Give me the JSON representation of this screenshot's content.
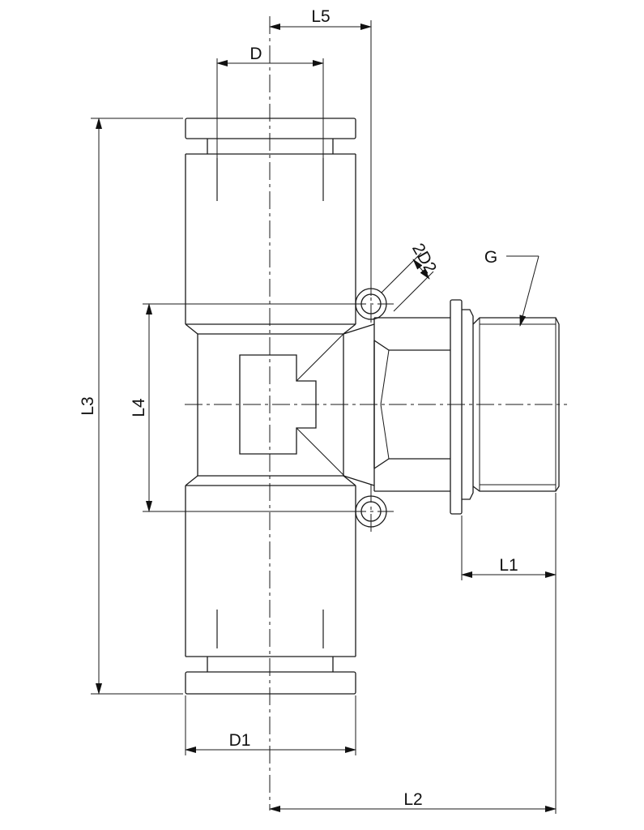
{
  "labels": {
    "l5": "L5",
    "d": "D",
    "l3": "L3",
    "l4": "L4",
    "d2": "2D2",
    "g": "G",
    "l1": "L1",
    "d1": "D1",
    "l2": "L2"
  }
}
